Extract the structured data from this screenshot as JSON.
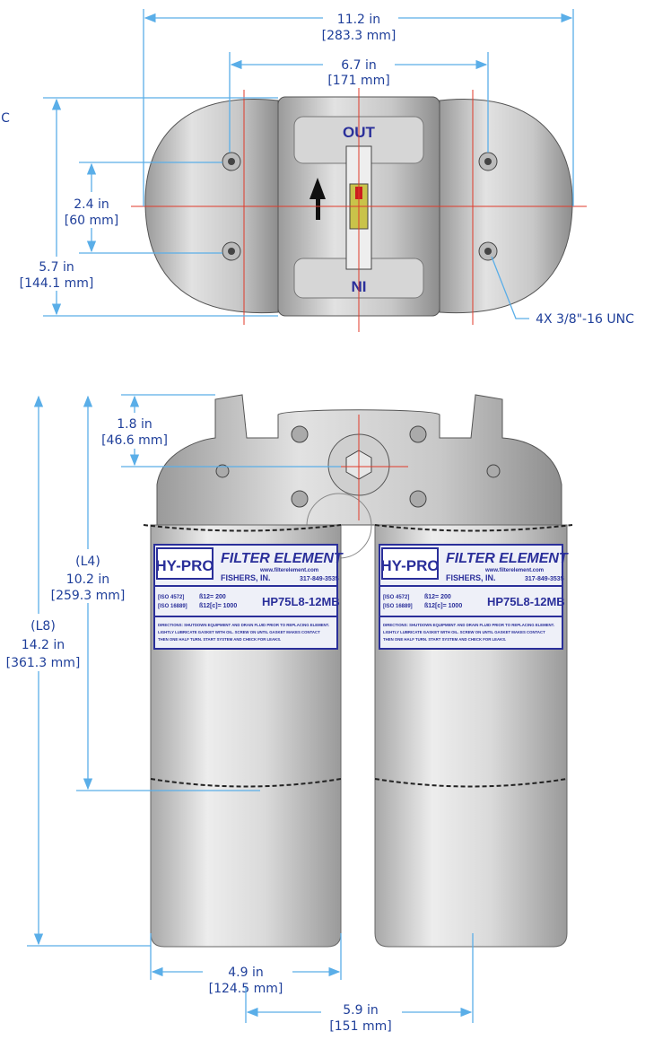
{
  "top_view": {
    "corner_label": "C",
    "outlet_label": "OUT",
    "inlet_label": "NI",
    "overall_width": {
      "in": "11.2 in",
      "mm": "[283.3 mm]"
    },
    "port_spacing": {
      "in": "6.7 in",
      "mm": "[171 mm]"
    },
    "bolt_spacing": {
      "in": "2.4 in",
      "mm": "[60 mm]"
    },
    "overall_depth": {
      "in": "5.7 in",
      "mm": "[144.1 mm]"
    },
    "thread_callout": "4X  3/8\"-16 UNC"
  },
  "front_view": {
    "head_height": {
      "in": "1.8 in",
      "mm": "[46.6 mm]"
    },
    "l4": {
      "name": "(L4)",
      "in": "10.2 in",
      "mm": "[259.3 mm]"
    },
    "l8": {
      "name": "(L8)",
      "in": "14.2 in",
      "mm": "[361.3 mm]"
    },
    "element_diameter": {
      "in": "4.9 in",
      "mm": "[124.5 mm]"
    },
    "element_spacing": {
      "in": "5.9 in",
      "mm": "[151 mm]"
    }
  },
  "element_label": {
    "brand": "HY-PRO",
    "title": "FILTER ELEMENT",
    "website": "www.filterelement.com",
    "company": "FISHERS, IN.",
    "phone": "317-849-3535",
    "iso1": "[ISO 4572]",
    "iso2": "[ISO 16889]",
    "beta1": "ß12= 200",
    "beta2": "ß12[c]= 1000",
    "part_number": "HP75L8-12MB",
    "instructions_1": "DIRECTIONS: SHUTDOWN EQUIPMENT AND DRAIN FLUID PRIOR TO REPLACING ELEMENT.",
    "instructions_2": "LIGHTLY LUBRICATE GASKET WITH OIL. SCREW ON UNTIL GASKET MAKES CONTACT",
    "instructions_3": "THEN ONE HALF TURN. START SYSTEM AND CHECK FOR LEAKS."
  },
  "colors": {
    "dimension": "#5aaee8",
    "text": "#1f3f9a",
    "centerline": "#e03a2a",
    "label": "#2a2f9a"
  }
}
